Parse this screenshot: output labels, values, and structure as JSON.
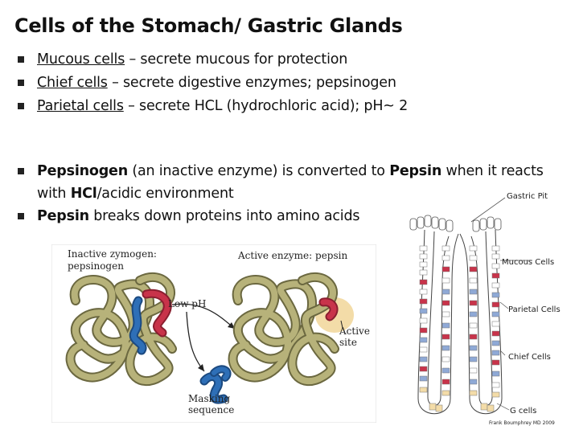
{
  "title": "Cells of the Stomach/ Gastric Glands",
  "cells_list": [
    {
      "name": "Mucous cells",
      "desc": " – secrete mucous for protection"
    },
    {
      "name": "Chief cells",
      "desc": " – secrete digestive enzymes; pepsinogen"
    },
    {
      "name": "Parietal cells",
      "desc": " – secrete HCL (hydrochloric acid); pH~ 2"
    }
  ],
  "pepsin_list": [
    {
      "parts": [
        "Pepsinogen",
        " (an inactive enzyme) is converted to ",
        "Pepsin",
        " when it reacts with ",
        "HCl",
        "/acidic environment"
      ]
    },
    {
      "parts": [
        "Pepsin",
        " breaks down proteins into amino acids"
      ]
    }
  ],
  "figure_enzyme": {
    "label_inactive_1": "Inactive zymogen:",
    "label_inactive_2": "pepsinogen",
    "label_active": "Active enzyme: pepsin",
    "label_low_ph": "Low pH",
    "label_active_site_1": "Active",
    "label_active_site_2": "site",
    "label_masking_1": "Masking",
    "label_masking_2": "sequence"
  },
  "figure_gland": {
    "gastric_pit": "Gastric Pit",
    "mucous_cells": "Mucous Cells",
    "parietal_cells": "Parietal Cells",
    "chief_cells": "Chief Cells",
    "g_cells": "G cells",
    "credit": "Frank Boumphrey MD 2009"
  },
  "colors": {
    "protein_fill": "#b7b27a",
    "protein_stroke": "#6b6840",
    "mask_red": "#c8334a",
    "mask_blue": "#2e6fb7",
    "active_site": "#f3dca8"
  }
}
